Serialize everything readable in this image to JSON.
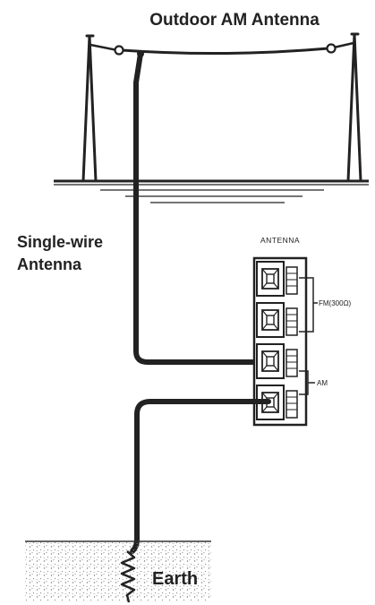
{
  "labels": {
    "title": "Outdoor AM Antenna",
    "single_wire_line1": "Single-wire",
    "single_wire_line2": "Antenna",
    "antenna_terminal": "ANTENNA",
    "fm": "FM(300Ω)",
    "am": "AM",
    "earth": "Earth"
  }
}
